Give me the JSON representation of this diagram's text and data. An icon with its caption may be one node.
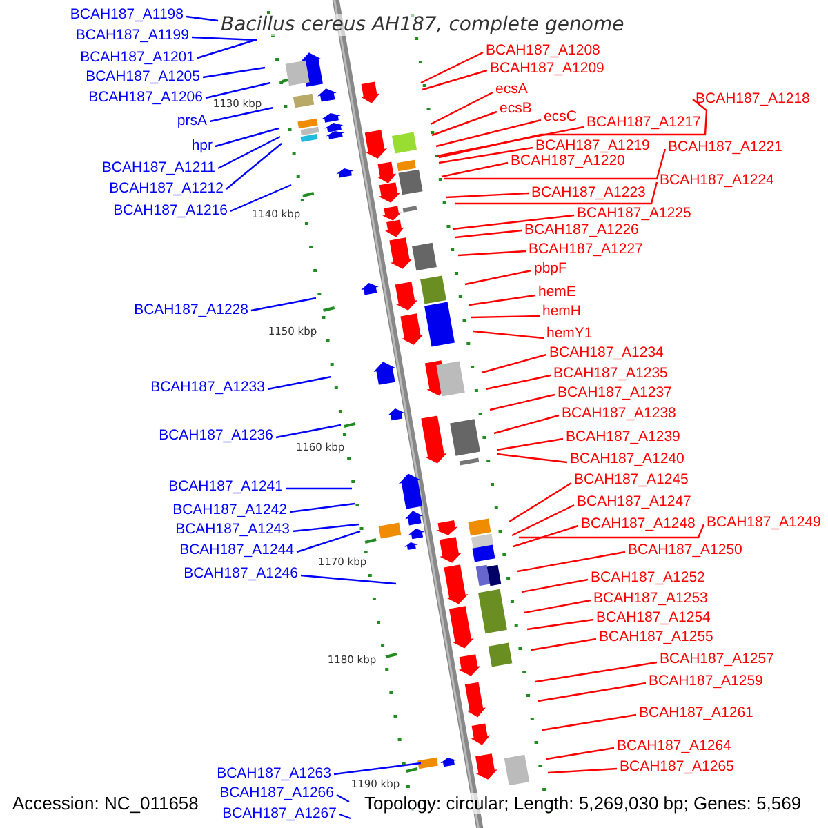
{
  "diagram": {
    "title": "Bacillus cereus AH187, complete genome",
    "nodes": [
      {
        "text": [
          "BCAH187_A1198"
        ]
      },
      {
        "text": [
          "BCAH187_A1199"
        ]
      },
      {
        "text": [
          "BCAH187_A1201"
        ]
      },
      {
        "text": [
          "BCAH187_A1205"
        ]
      },
      {
        "text": [
          "BCAH187_A1206"
        ]
      },
      {
        "text": [
          "prsA"
        ]
      },
      {
        "text": [
          "hpr"
        ]
      },
      {
        "text": [
          "BCAH187_A1211"
        ]
      },
      {
        "text": [
          "BCAH187_A1212"
        ]
      },
      {
        "text": [
          "BCAH187_A1216"
        ]
      },
      {
        "text": [
          "BCAH187_A1228"
        ]
      },
      {
        "text": [
          "BCAH187_A1233"
        ]
      },
      {
        "text": [
          "BCAH187_A1236"
        ]
      },
      {
        "text": [
          "BCAH187_A1241"
        ]
      },
      {
        "text": [
          "BCAH187_A1242"
        ]
      },
      {
        "text": [
          "BCAH187_A1243"
        ]
      },
      {
        "text": [
          "BCAH187_A1244"
        ]
      },
      {
        "text": [
          "BCAH187_A1246"
        ]
      },
      {
        "text": [
          "BCAH187_A1263"
        ]
      },
      {
        "text": [
          "BCAH187_A1266"
        ]
      },
      {
        "text": [
          "BCAH187_A1267"
        ]
      },
      {
        "text": [
          "BCAH187_A1208"
        ]
      },
      {
        "text": [
          "BCAH187_A1209"
        ]
      },
      {
        "text": [
          "ecsA"
        ]
      },
      {
        "text": [
          "ecsB"
        ]
      },
      {
        "text": [
          "ecsC"
        ]
      },
      {
        "text": [
          "BCAH187_A1217"
        ]
      },
      {
        "text": [
          "BCAH187_A1218"
        ]
      },
      {
        "text": [
          "BCAH187_A1219"
        ]
      },
      {
        "text": [
          "BCAH187_A1220"
        ]
      },
      {
        "text": [
          "BCAH187_A1221"
        ]
      },
      {
        "text": [
          "BCAH187_A1223"
        ]
      },
      {
        "text": [
          "BCAH187_A1224"
        ]
      },
      {
        "text": [
          "BCAH187_A1225"
        ]
      },
      {
        "text": [
          "BCAH187_A1226"
        ]
      },
      {
        "text": [
          "BCAH187_A1227"
        ]
      },
      {
        "text": [
          "pbpF"
        ]
      },
      {
        "text": [
          "hemE"
        ]
      },
      {
        "text": [
          "hemH"
        ]
      },
      {
        "text": [
          "hemY1"
        ]
      },
      {
        "text": [
          "BCAH187_A1234"
        ]
      },
      {
        "text": [
          "BCAH187_A1235"
        ]
      },
      {
        "text": [
          "BCAH187_A1237"
        ]
      },
      {
        "text": [
          "BCAH187_A1238"
        ]
      },
      {
        "text": [
          "BCAH187_A1239"
        ]
      },
      {
        "text": [
          "BCAH187_A1240"
        ]
      },
      {
        "text": [
          "BCAH187_A1245"
        ]
      },
      {
        "text": [
          "BCAH187_A1247"
        ]
      },
      {
        "text": [
          "BCAH187_A1248"
        ]
      },
      {
        "text": [
          "BCAH187_A1249"
        ]
      },
      {
        "text": [
          "BCAH187_A1250"
        ]
      },
      {
        "text": [
          "BCAH187_A1252"
        ]
      },
      {
        "text": [
          "BCAH187_A1253"
        ]
      },
      {
        "text": [
          "BCAH187_A1254"
        ]
      },
      {
        "text": [
          "BCAH187_A1255"
        ]
      },
      {
        "text": [
          "BCAH187_A1257"
        ]
      },
      {
        "text": [
          "BCAH187_A1259"
        ]
      },
      {
        "text": [
          "BCAH187_A1261"
        ]
      },
      {
        "text": [
          "BCAH187_A1264"
        ]
      },
      {
        "text": [
          "BCAH187_A1265"
        ]
      }
    ],
    "edges": [
      {
        "from": 0,
        "to": null,
        "arrow": "none",
        "color": "#0000ff"
      },
      {
        "from": 1,
        "to": null,
        "arrow": "none",
        "color": "#0000ff"
      },
      {
        "from": 2,
        "to": null,
        "arrow": "none",
        "color": "#0000ff"
      },
      {
        "from": 3,
        "to": null,
        "arrow": "none",
        "color": "#0000ff"
      },
      {
        "from": 4,
        "to": null,
        "arrow": "none",
        "color": "#0000ff"
      },
      {
        "from": 5,
        "to": null,
        "arrow": "none",
        "color": "#0000ff"
      },
      {
        "from": 6,
        "to": null,
        "arrow": "none",
        "color": "#0000ff"
      },
      {
        "from": 7,
        "to": null,
        "arrow": "none",
        "color": "#0000ff"
      },
      {
        "from": 8,
        "to": null,
        "arrow": "none",
        "color": "#0000ff"
      },
      {
        "from": 9,
        "to": null,
        "arrow": "none",
        "color": "#0000ff"
      },
      {
        "from": 10,
        "to": null,
        "arrow": "none",
        "color": "#0000ff"
      },
      {
        "from": 11,
        "to": null,
        "arrow": "none",
        "color": "#0000ff"
      },
      {
        "from": 12,
        "to": null,
        "arrow": "none",
        "color": "#0000ff"
      },
      {
        "from": 13,
        "to": null,
        "arrow": "none",
        "color": "#0000ff"
      },
      {
        "from": 14,
        "to": null,
        "arrow": "none",
        "color": "#0000ff"
      },
      {
        "from": 15,
        "to": null,
        "arrow": "none",
        "color": "#0000ff"
      },
      {
        "from": 16,
        "to": null,
        "arrow": "none",
        "color": "#0000ff"
      },
      {
        "from": 17,
        "to": null,
        "arrow": "none",
        "color": "#0000ff"
      },
      {
        "from": 18,
        "to": null,
        "arrow": "none",
        "color": "#0000ff"
      },
      {
        "from": 19,
        "to": null,
        "arrow": "none",
        "color": "#0000ff"
      },
      {
        "from": 20,
        "to": null,
        "arrow": "none",
        "color": "#0000ff"
      },
      {
        "from": 21,
        "to": null,
        "arrow": "none"
      },
      {
        "from": 22,
        "to": null,
        "arrow": "none"
      },
      {
        "from": 23,
        "to": null,
        "arrow": "none"
      },
      {
        "from": 24,
        "to": null,
        "arrow": "none"
      },
      {
        "from": 25,
        "to": null,
        "arrow": "none"
      },
      {
        "from": 26,
        "to": null,
        "arrow": "none"
      },
      {
        "from": 27,
        "to": null,
        "arrow": "none"
      },
      {
        "from": 28,
        "to": null,
        "arrow": "none"
      },
      {
        "from": 29,
        "to": null,
        "arrow": "none"
      },
      {
        "from": 30,
        "to": null,
        "arrow": "none"
      },
      {
        "from": 31,
        "to": null,
        "arrow": "none"
      },
      {
        "from": 32,
        "to": null,
        "arrow": "none"
      },
      {
        "from": 33,
        "to": null,
        "arrow": "none"
      },
      {
        "from": 34,
        "to": null,
        "arrow": "none"
      },
      {
        "from": 35,
        "to": null,
        "arrow": "none"
      },
      {
        "from": 36,
        "to": null,
        "arrow": "none"
      },
      {
        "from": 37,
        "to": null,
        "arrow": "none"
      },
      {
        "from": 38,
        "to": null,
        "arrow": "none"
      },
      {
        "from": 39,
        "to": null,
        "arrow": "none"
      },
      {
        "from": 40,
        "to": null,
        "arrow": "none"
      },
      {
        "from": 41,
        "to": null,
        "arrow": "none"
      },
      {
        "from": 42,
        "to": null,
        "arrow": "none"
      },
      {
        "from": 43,
        "to": null,
        "arrow": "none"
      },
      {
        "from": 44,
        "to": null,
        "arrow": "none"
      },
      {
        "from": 45,
        "to": null,
        "arrow": "none"
      },
      {
        "from": 46,
        "to": null,
        "arrow": "none"
      },
      {
        "from": 47,
        "to": null,
        "arrow": "none"
      },
      {
        "from": 48,
        "to": null,
        "arrow": "none"
      },
      {
        "from": 49,
        "to": null,
        "arrow": "none"
      },
      {
        "from": 50,
        "to": null,
        "arrow": "none"
      },
      {
        "from": 51,
        "to": null,
        "arrow": "none"
      },
      {
        "from": 52,
        "to": null,
        "arrow": "none"
      },
      {
        "from": 53,
        "to": null,
        "arrow": "none"
      },
      {
        "from": 54,
        "to": null,
        "arrow": "none"
      },
      {
        "from": 55,
        "to": null,
        "arrow": "none"
      },
      {
        "from": 56,
        "to": null,
        "arrow": "none"
      },
      {
        "from": 57,
        "to": null,
        "arrow": "none"
      },
      {
        "from": 58,
        "to": null,
        "arrow": "none"
      },
      {
        "from": 59,
        "to": null,
        "arrow": "none"
      }
    ],
    "labels": [
      "1130 kbp",
      "1140 kbp",
      "1150 kbp",
      "1160 kbp",
      "1170 kbp",
      "1180 kbp",
      "1190 kbp",
      "Accession: NC_011658",
      "Topology: circular; Length: 5,269,030 bp; Genes: 5,569"
    ]
  }
}
